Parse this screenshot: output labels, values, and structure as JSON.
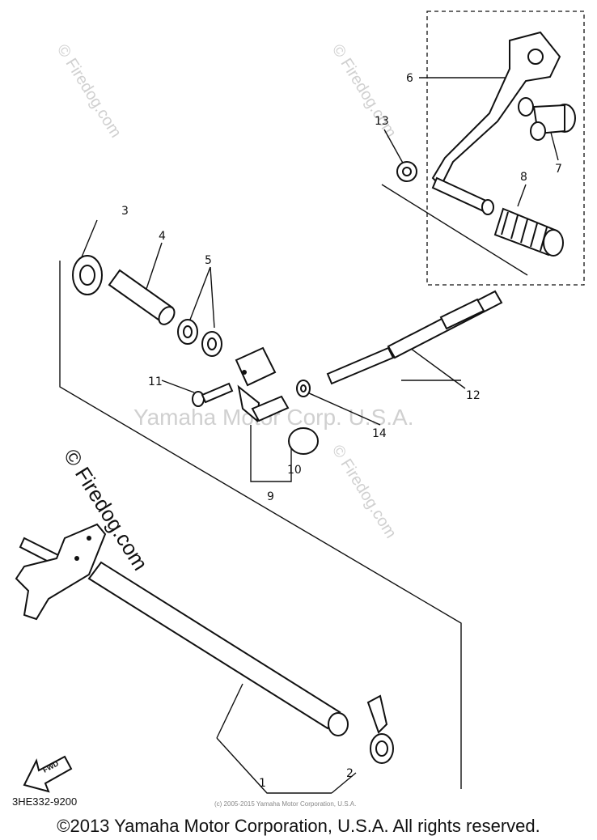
{
  "watermarks": {
    "firedog": "© Firedog.com",
    "yamaha": "Yamaha Motor Corp. U.S.A."
  },
  "callouts": {
    "c1": "1",
    "c2": "2",
    "c3": "3",
    "c4": "4",
    "c5": "5",
    "c6": "6",
    "c7": "7",
    "c8": "8",
    "c9": "9",
    "c10": "10",
    "c11": "11",
    "c12": "12",
    "c13": "13",
    "c14": "14"
  },
  "diagram_code": "3HE332-9200",
  "fwd_label": "FWD",
  "small_copyright": "(c) 2005-2015 Yamaha Motor Corporation, U.S.A.",
  "copyright": "©2013 Yamaha Motor Corporation, U.S.A. All rights reserved."
}
